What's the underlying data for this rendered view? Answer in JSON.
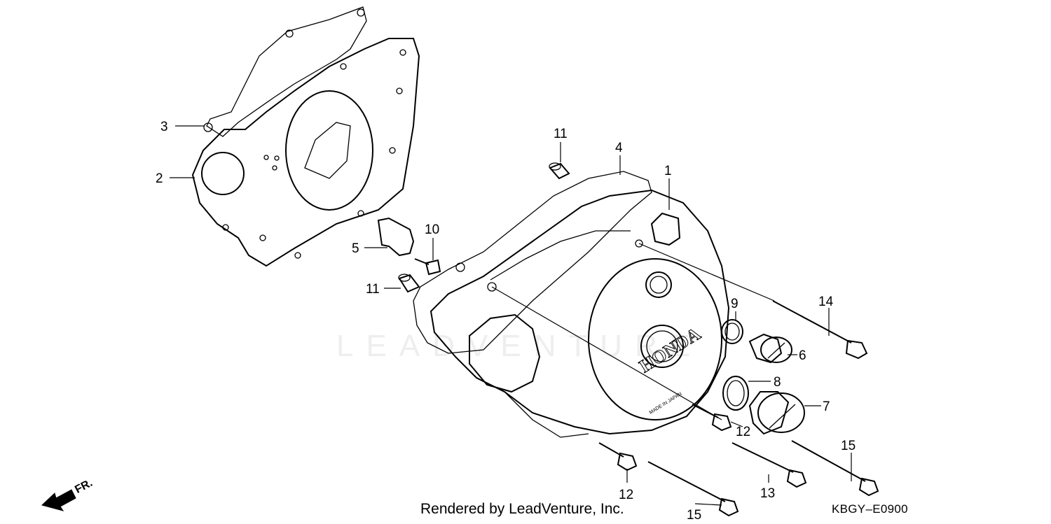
{
  "watermark": "LEADVENTURE",
  "callouts": [
    {
      "id": "label-1",
      "text": "1"
    },
    {
      "id": "label-2",
      "text": "2"
    },
    {
      "id": "label-3",
      "text": "3"
    },
    {
      "id": "label-4",
      "text": "4"
    },
    {
      "id": "label-5",
      "text": "5"
    },
    {
      "id": "label-6",
      "text": "6"
    },
    {
      "id": "label-7",
      "text": "7"
    },
    {
      "id": "label-8",
      "text": "8"
    },
    {
      "id": "label-9",
      "text": "9"
    },
    {
      "id": "label-10",
      "text": "10"
    },
    {
      "id": "label-11a",
      "text": "11"
    },
    {
      "id": "label-11b",
      "text": "11"
    },
    {
      "id": "label-12a",
      "text": "12"
    },
    {
      "id": "label-12b",
      "text": "12"
    },
    {
      "id": "label-13",
      "text": "13"
    },
    {
      "id": "label-14",
      "text": "14"
    },
    {
      "id": "label-15a",
      "text": "15"
    },
    {
      "id": "label-15b",
      "text": "15"
    }
  ],
  "cover_brand": "HONDA",
  "cover_origin": "MADE IN JAPAN",
  "direction_marker": "FR.",
  "footer": {
    "credit": "Rendered by LeadVenture, Inc.",
    "diagram_code": "KBGY–E0900"
  }
}
